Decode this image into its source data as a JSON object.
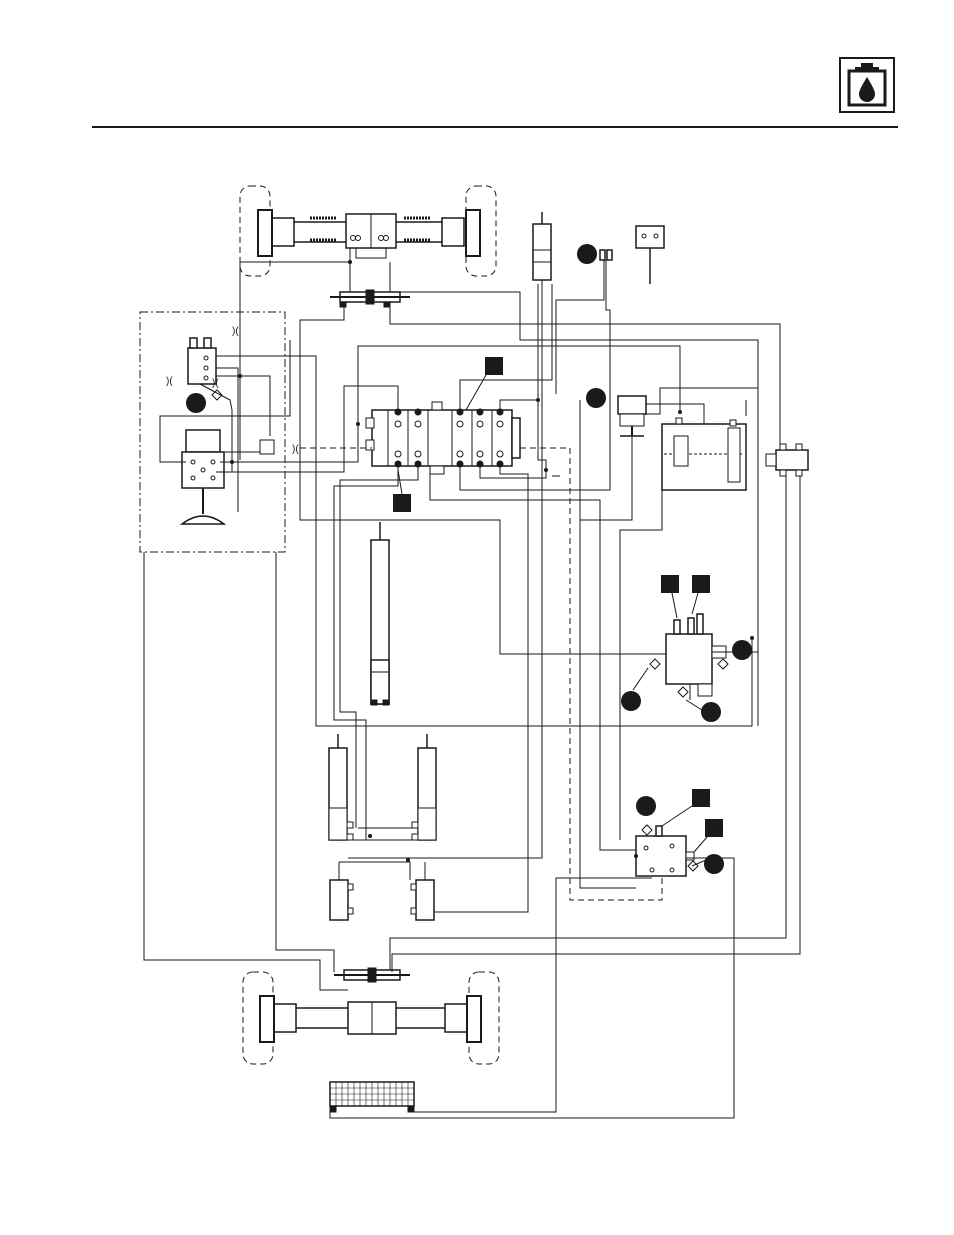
{
  "page": {
    "logo_icon": "hydraulic-oil-reservoir-icon"
  },
  "diagram": {
    "kind": "hydraulic-schematic",
    "components": [
      "front-axle",
      "rear-axle",
      "steering-cylinder",
      "stabilizer-cylinder",
      "main-control-valve",
      "boom-lift-cylinder",
      "compensation-cylinder-left",
      "compensation-cylinder-right",
      "tilt-cylinder-left",
      "tilt-cylinder-right",
      "hydraulic-pump",
      "hydraulic-tank",
      "swivel-joint",
      "manifold-valve-upper",
      "manifold-valve-lower",
      "oil-cooler",
      "cab-steering-unit",
      "brake-valve"
    ],
    "callout_colors": {
      "line": "#1a1a1a",
      "background": "#ffffff"
    }
  }
}
